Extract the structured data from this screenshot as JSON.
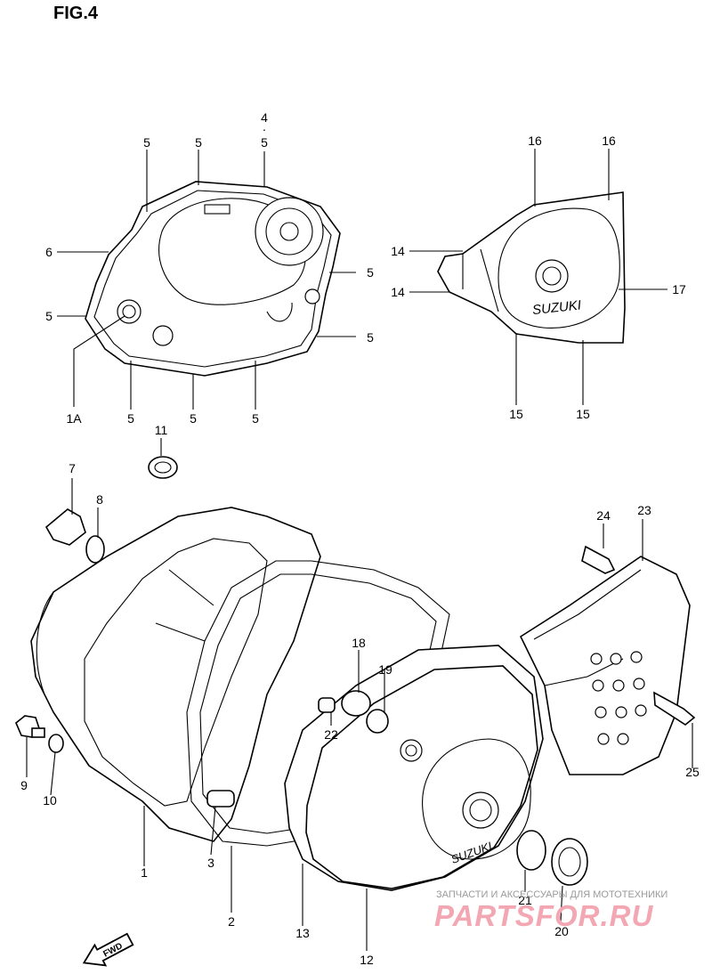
{
  "figure": {
    "title": "FIG.4"
  },
  "callouts": [
    {
      "id": "c-4",
      "text": "4"
    },
    {
      "id": "c-5a",
      "text": "5"
    },
    {
      "id": "c-5b",
      "text": "5"
    },
    {
      "id": "c-5c",
      "text": "5"
    },
    {
      "id": "c-5d",
      "text": "5"
    },
    {
      "id": "c-5e",
      "text": "5"
    },
    {
      "id": "c-5f",
      "text": "5"
    },
    {
      "id": "c-5g",
      "text": "5"
    },
    {
      "id": "c-5h",
      "text": "5"
    },
    {
      "id": "c-5i",
      "text": "5"
    },
    {
      "id": "c-5j",
      "text": "5"
    },
    {
      "id": "c-6",
      "text": "6"
    },
    {
      "id": "c-1a",
      "text": "1A"
    },
    {
      "id": "c-16a",
      "text": "16"
    },
    {
      "id": "c-16b",
      "text": "16"
    },
    {
      "id": "c-14a",
      "text": "14"
    },
    {
      "id": "c-14b",
      "text": "14"
    },
    {
      "id": "c-17",
      "text": "17"
    },
    {
      "id": "c-15a",
      "text": "15"
    },
    {
      "id": "c-15b",
      "text": "15"
    },
    {
      "id": "c-11",
      "text": "11"
    },
    {
      "id": "c-7",
      "text": "7"
    },
    {
      "id": "c-8",
      "text": "8"
    },
    {
      "id": "c-24",
      "text": "24"
    },
    {
      "id": "c-23",
      "text": "23"
    },
    {
      "id": "c-18",
      "text": "18"
    },
    {
      "id": "c-19",
      "text": "19"
    },
    {
      "id": "c-22",
      "text": "22"
    },
    {
      "id": "c-25",
      "text": "25"
    },
    {
      "id": "c-9",
      "text": "9"
    },
    {
      "id": "c-10",
      "text": "10"
    },
    {
      "id": "c-1",
      "text": "1"
    },
    {
      "id": "c-3",
      "text": "3"
    },
    {
      "id": "c-2",
      "text": "2"
    },
    {
      "id": "c-13",
      "text": "13"
    },
    {
      "id": "c-12",
      "text": "12"
    },
    {
      "id": "c-21",
      "text": "21"
    },
    {
      "id": "c-20",
      "text": "20"
    }
  ],
  "emblems": {
    "cover_logo": "SUZUKI",
    "clutch_logo": "SUZUKI",
    "fwd_arrow": "FWD"
  },
  "watermark": {
    "caption": "ЗАПЧАСТИ И АКСЕССУАРЫ ДЛЯ МОТОТЕХНИКИ",
    "logo": "PARTSFOR.RU"
  },
  "icons": {
    "fwd": "fwd-arrow-icon"
  }
}
